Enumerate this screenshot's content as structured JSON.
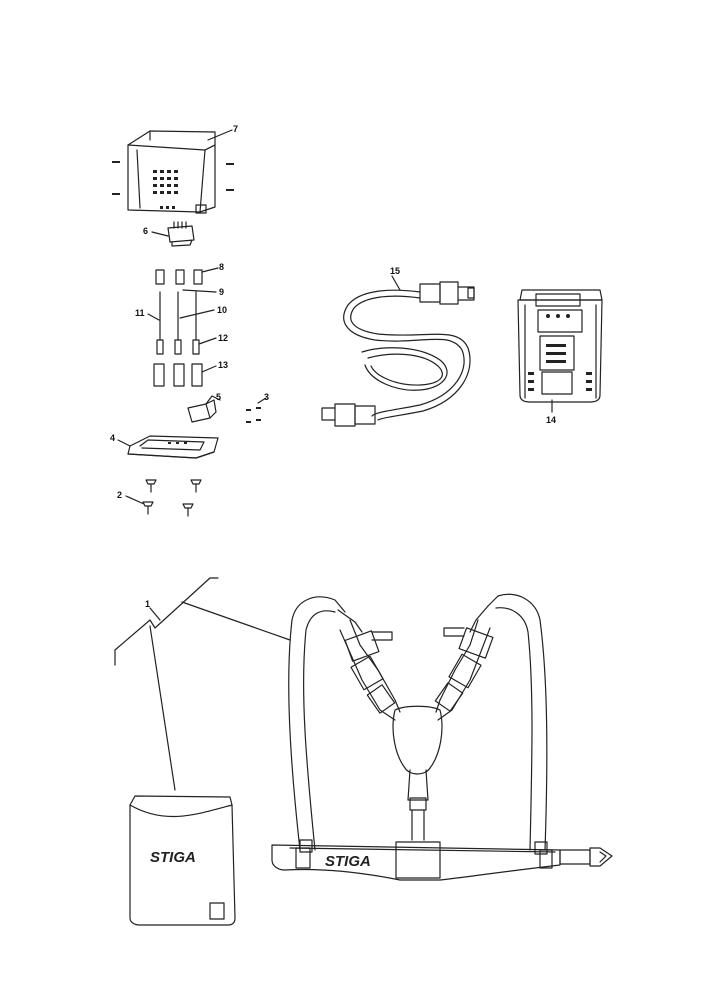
{
  "diagram": {
    "type": "exploded-parts-diagram",
    "callouts": [
      {
        "id": "7",
        "text": "7"
      },
      {
        "id": "6",
        "text": "6"
      },
      {
        "id": "8",
        "text": "8"
      },
      {
        "id": "9",
        "text": "9"
      },
      {
        "id": "10",
        "text": "10"
      },
      {
        "id": "11",
        "text": "11"
      },
      {
        "id": "12",
        "text": "12"
      },
      {
        "id": "13",
        "text": "13"
      },
      {
        "id": "5",
        "text": "5"
      },
      {
        "id": "3",
        "text": "3"
      },
      {
        "id": "4",
        "text": "4"
      },
      {
        "id": "2",
        "text": "2"
      },
      {
        "id": "15",
        "text": "15"
      },
      {
        "id": "14",
        "text": "14"
      },
      {
        "id": "1",
        "text": "1"
      }
    ],
    "brand_logo": "STIGA",
    "colors": {
      "line": "#222222",
      "background": "#ffffff"
    }
  }
}
